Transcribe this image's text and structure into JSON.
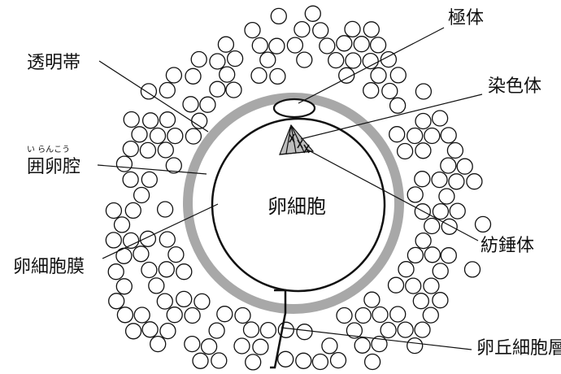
{
  "labels": {
    "zona_pellucida": "透明帯",
    "perivitelline_space": "囲卵腔",
    "perivitelline_space_reading": "い らんこう",
    "oocyte_membrane": "卵細胞膜",
    "polar_body": "極体",
    "chromosome": "染色体",
    "spindle": "紡錘体",
    "oocyte": "卵細胞",
    "cumulus_layer": "卵丘細胞層"
  },
  "colors": {
    "line": "#111111",
    "zona": "#a8a8a8",
    "spindle_fill": "#bdbdbd",
    "background": "#ffffff"
  }
}
